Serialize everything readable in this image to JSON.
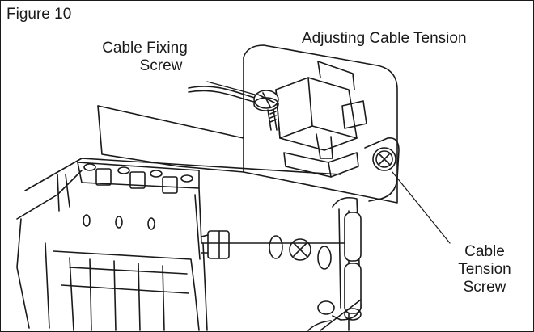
{
  "figure": {
    "label": "Figure 10",
    "title": "Adjusting Cable Tension"
  },
  "callouts": {
    "cable_fixing_screw": {
      "line1": "Cable Fixing",
      "line2": "Screw"
    },
    "cable_tension_screw": {
      "line1": "Cable",
      "line2": "Tension",
      "line3": "Screw"
    }
  },
  "colors": {
    "ink": "#1a1a1a",
    "paper": "#ffffff"
  }
}
